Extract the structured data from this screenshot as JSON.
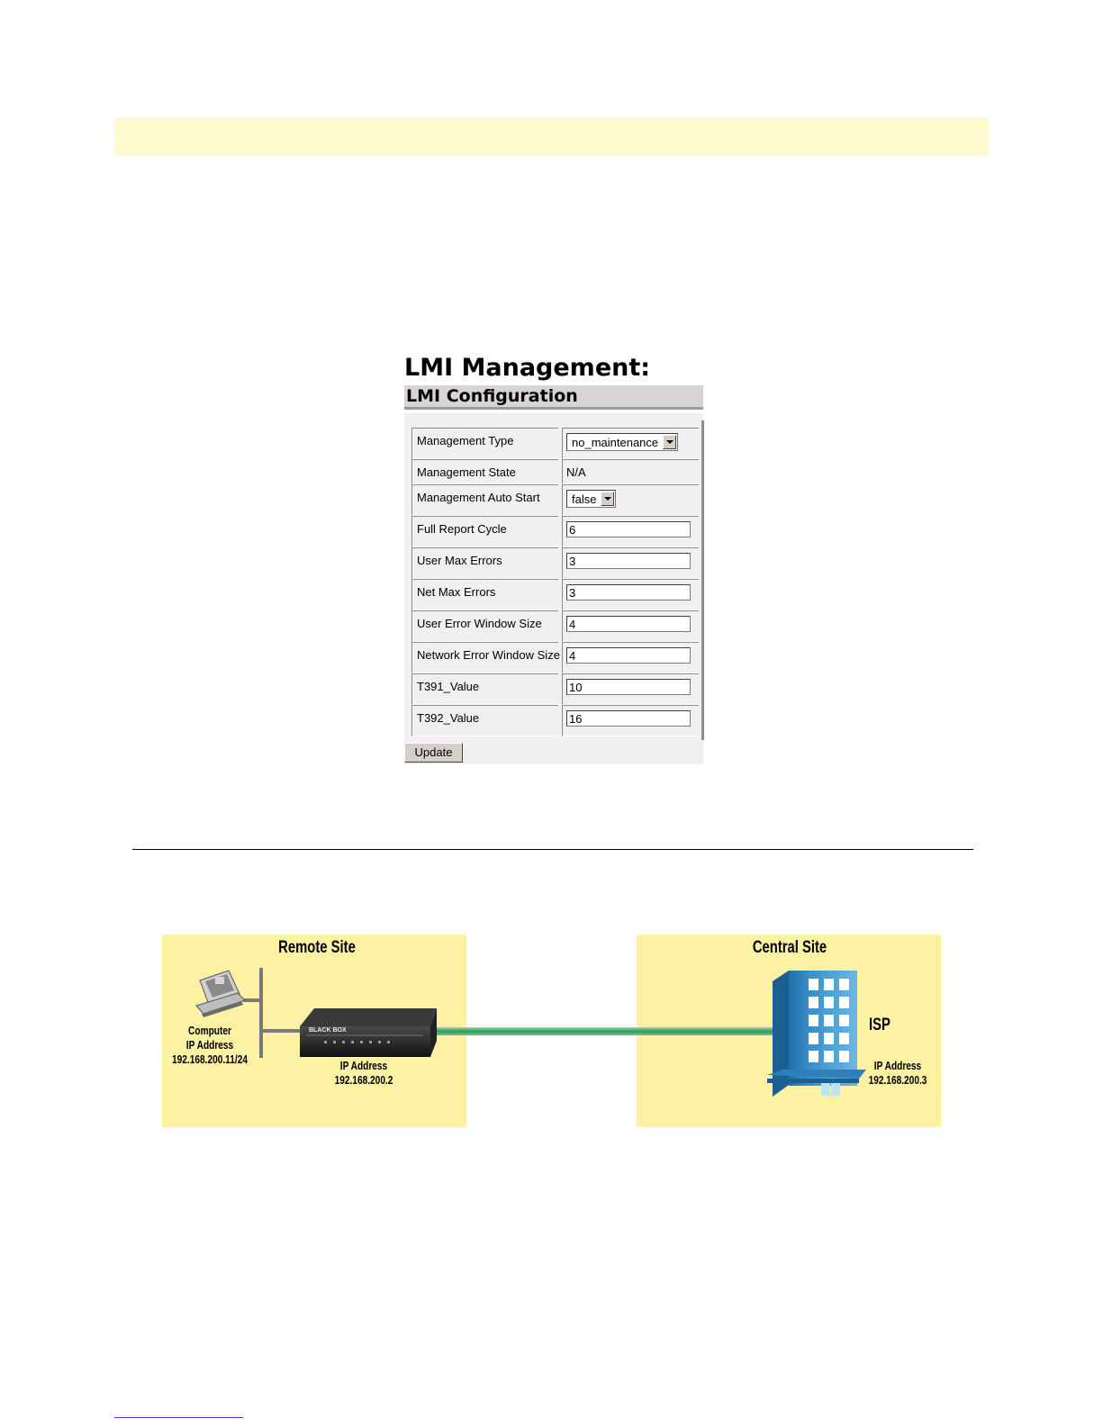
{
  "lmi": {
    "title": "LMI Management:",
    "subtitle": "LMI Configuration",
    "rows": [
      {
        "label": "Management Type",
        "kind": "select",
        "value": "no_maintenance"
      },
      {
        "label": "Management State",
        "kind": "text",
        "value": "N/A"
      },
      {
        "label": "Management Auto Start",
        "kind": "select",
        "value": "false"
      },
      {
        "label": "Full Report Cycle",
        "kind": "input",
        "value": "6"
      },
      {
        "label": "User Max Errors",
        "kind": "input",
        "value": "3"
      },
      {
        "label": "Net Max Errors",
        "kind": "input",
        "value": "3"
      },
      {
        "label": "User Error Window Size",
        "kind": "input",
        "value": "4"
      },
      {
        "label": "Network Error Window Size",
        "kind": "input",
        "value": "4"
      },
      {
        "label": "T391_Value",
        "kind": "input",
        "value": "10"
      },
      {
        "label": "T392_Value",
        "kind": "input",
        "value": "16"
      }
    ],
    "update_label": "Update"
  },
  "diagram": {
    "remote": {
      "title": "Remote Site",
      "computer_label": "Computer",
      "computer_ip_label": "IP Address",
      "computer_ip": "192.168.200.11/24",
      "router_ip_label": "IP Address",
      "router_ip": "192.168.200.2",
      "router_brand": "BLACK BOX"
    },
    "central": {
      "title": "Central Site",
      "isp_label": "ISP",
      "isp_ip_label": "IP Address",
      "isp_ip": "192.168.200.3"
    },
    "colors": {
      "site_fill": "#fdf1a3",
      "link_green": "#2e9a5a",
      "building_blue": "#3a8fc8"
    }
  }
}
